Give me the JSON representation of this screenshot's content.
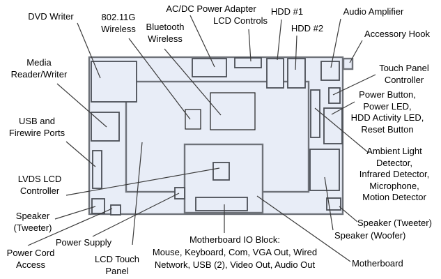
{
  "colors": {
    "board_fill": "#E8EDF7",
    "board_border": "#6E7279",
    "component_border": "#4A4E55",
    "module_border": "#1F1F1F",
    "leader_line": "#3A3A3A",
    "text": "#000000",
    "background": "#FFFFFF"
  },
  "labels": {
    "dvd_writer": "DVD Writer",
    "wifi": "802.11G\nWireless",
    "bluetooth": "Bluetooth\nWireless",
    "ac_dc_adapter": "AC/DC Power Adapter",
    "lcd_controls": "LCD Controls",
    "hdd1": "HDD #1",
    "hdd2": "HDD #2",
    "audio_amplifier": "Audio Amplifier",
    "accessory_hook": "Accessory Hook",
    "media_reader": "Media\nReader/Writer",
    "usb_firewire": "USB and\nFirewire Ports",
    "lvds_controller": "LVDS LCD\nController",
    "speaker_tweeter_left": "Speaker\n(Tweeter)",
    "power_cord_access": "Power Cord\nAccess",
    "power_supply": "Power Supply",
    "lcd_touch_panel": "LCD Touch\nPanel",
    "io_block": "Motherboard IO Block:\nMouse, Keyboard, Com, VGA Out, Wired\nNetwork, USB (2), Video Out, Audio Out",
    "motherboard": "Motherboard",
    "speaker_woofer": "Speaker (Woofer)",
    "speaker_tweeter_right": "Speaker (Tweeter)",
    "touch_panel_controller": "Touch Panel\nController",
    "power_button_cluster": "Power Button,\nPower LED,\nHDD Activity LED,\nReset Button",
    "ambient_cluster": "Ambient Light\nDetector,\nInfrared Detector,\nMicrophone,\nMotion Detector"
  }
}
